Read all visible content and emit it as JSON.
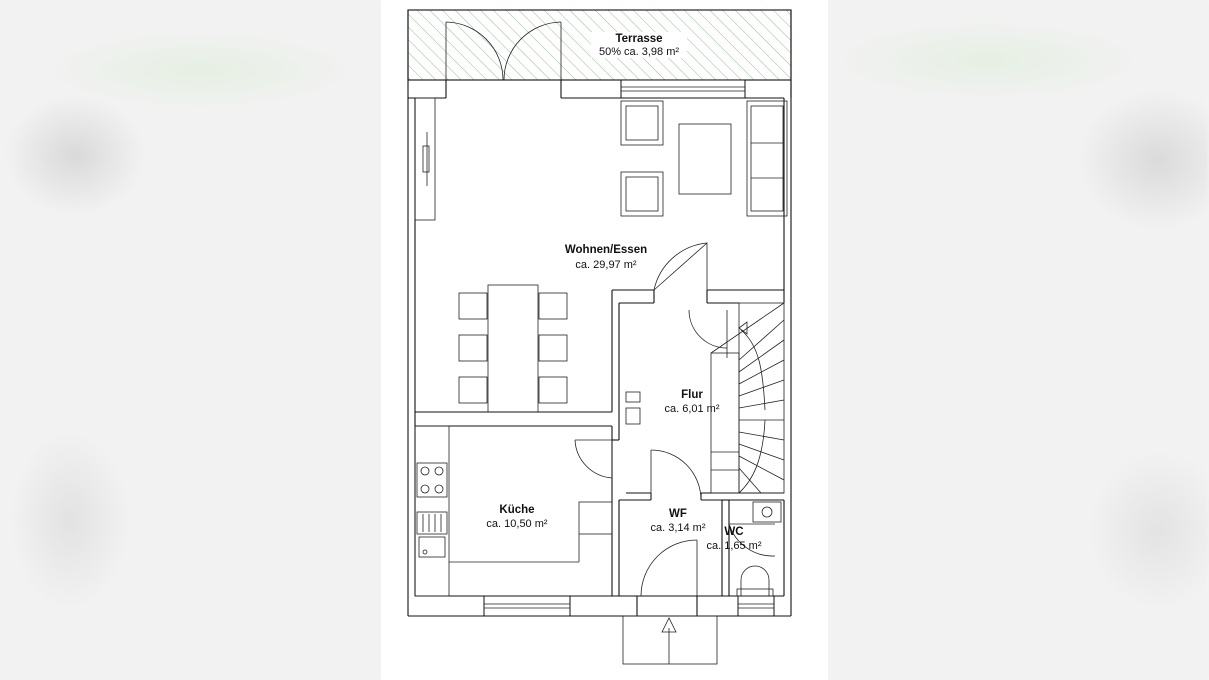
{
  "rooms": {
    "terrasse": {
      "name": "Terrasse",
      "area": "50% ca. 3,98 m²"
    },
    "wohnen": {
      "name": "Wohnen/Essen",
      "area": "ca. 29,97 m²"
    },
    "flur": {
      "name": "Flur",
      "area": "ca. 6,01 m²"
    },
    "kueche": {
      "name": "Küche",
      "area": "ca. 10,50 m²"
    },
    "wf": {
      "name": "WF",
      "area": "ca. 3,14 m²"
    },
    "wc": {
      "name": "WC",
      "area": "ca. 1,65 m²"
    }
  },
  "colors": {
    "terrace_hatch": "#8fc48a",
    "walls": "#111111",
    "background": "#ffffff",
    "side_panels": "#f2f2f2"
  }
}
